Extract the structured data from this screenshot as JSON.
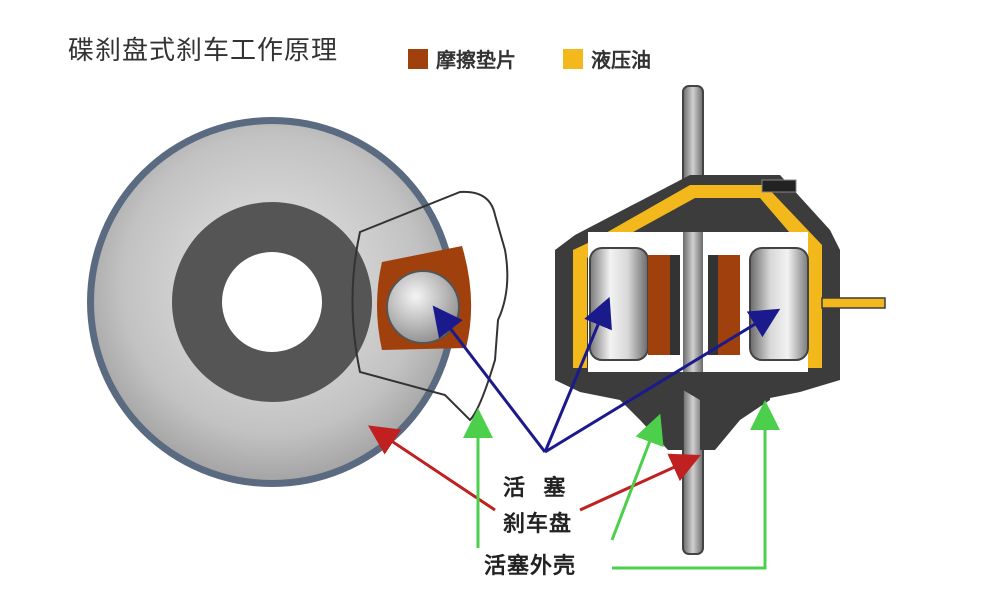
{
  "title": "碟刹盘式刹车工作原理",
  "legend": {
    "friction_pad": {
      "label": "摩擦垫片",
      "color": "#a0400c"
    },
    "hydraulic_oil": {
      "label": "液压油",
      "color": "#f2b81c"
    }
  },
  "labels": {
    "piston": "活  塞",
    "brake_disc": "刹车盘",
    "piston_housing": "活塞外壳"
  },
  "colors": {
    "piston_arrow": "#1a1a8c",
    "disc_arrow": "#c02020",
    "housing_arrow": "#4cd04c",
    "caliper_body": "#3a3a3a",
    "disc_metal": "#b8b8b8"
  }
}
